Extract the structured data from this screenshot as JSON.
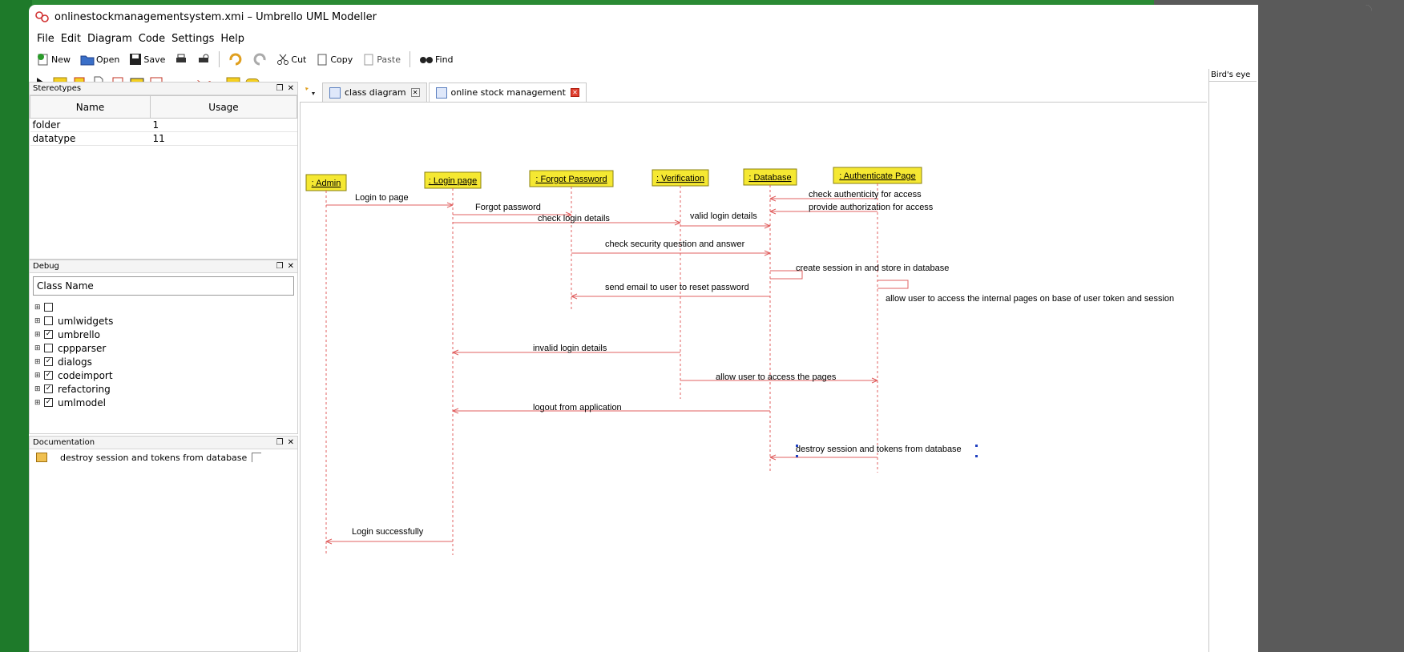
{
  "window": {
    "title": "onlinestockmanagementsystem.xmi – Umbrello UML Modeller"
  },
  "menu": [
    "File",
    "Edit",
    "Diagram",
    "Code",
    "Settings",
    "Help"
  ],
  "toolbar": {
    "new": "New",
    "open": "Open",
    "save": "Save",
    "cut": "Cut",
    "copy": "Copy",
    "paste": "Paste",
    "find": "Find"
  },
  "stereotypes": {
    "title": "Stereotypes",
    "col_name": "Name",
    "col_usage": "Usage",
    "rows": [
      {
        "name": "folder",
        "usage": "1"
      },
      {
        "name": "datatype",
        "usage": "11"
      }
    ]
  },
  "debug": {
    "title": "Debug",
    "header": "Class Name",
    "items": [
      {
        "label": "",
        "checked": false
      },
      {
        "label": "umlwidgets",
        "checked": false
      },
      {
        "label": "umbrello",
        "checked": true
      },
      {
        "label": "cppparser",
        "checked": false
      },
      {
        "label": "dialogs",
        "checked": true
      },
      {
        "label": "codeimport",
        "checked": true
      },
      {
        "label": "refactoring",
        "checked": true
      },
      {
        "label": "umlmodel",
        "checked": true
      }
    ]
  },
  "documentation": {
    "title": "Documentation",
    "item": "destroy session and tokens from database"
  },
  "tabs": [
    {
      "label": "class diagram"
    },
    {
      "label": "online stock management"
    }
  ],
  "birds_eye": {
    "title": "Bird's eye"
  },
  "sequence": {
    "actors": [
      ": Admin",
      ": Login page",
      ": Forgot Password",
      ": Verification",
      ": Database",
      ": Authenticate Page"
    ],
    "messages": [
      "Login to page",
      "Forgot password",
      "check login details",
      "valid login details",
      "check authenticity for access",
      "provide authorization for access",
      "check security question and answer",
      "create session in and store in database",
      "send email to user to reset password",
      "allow user to access the internal pages on base of user token and session",
      "invalid login details",
      "allow user to access the pages",
      "logout from application",
      "destroy session and tokens from database",
      "Login successfully"
    ]
  }
}
